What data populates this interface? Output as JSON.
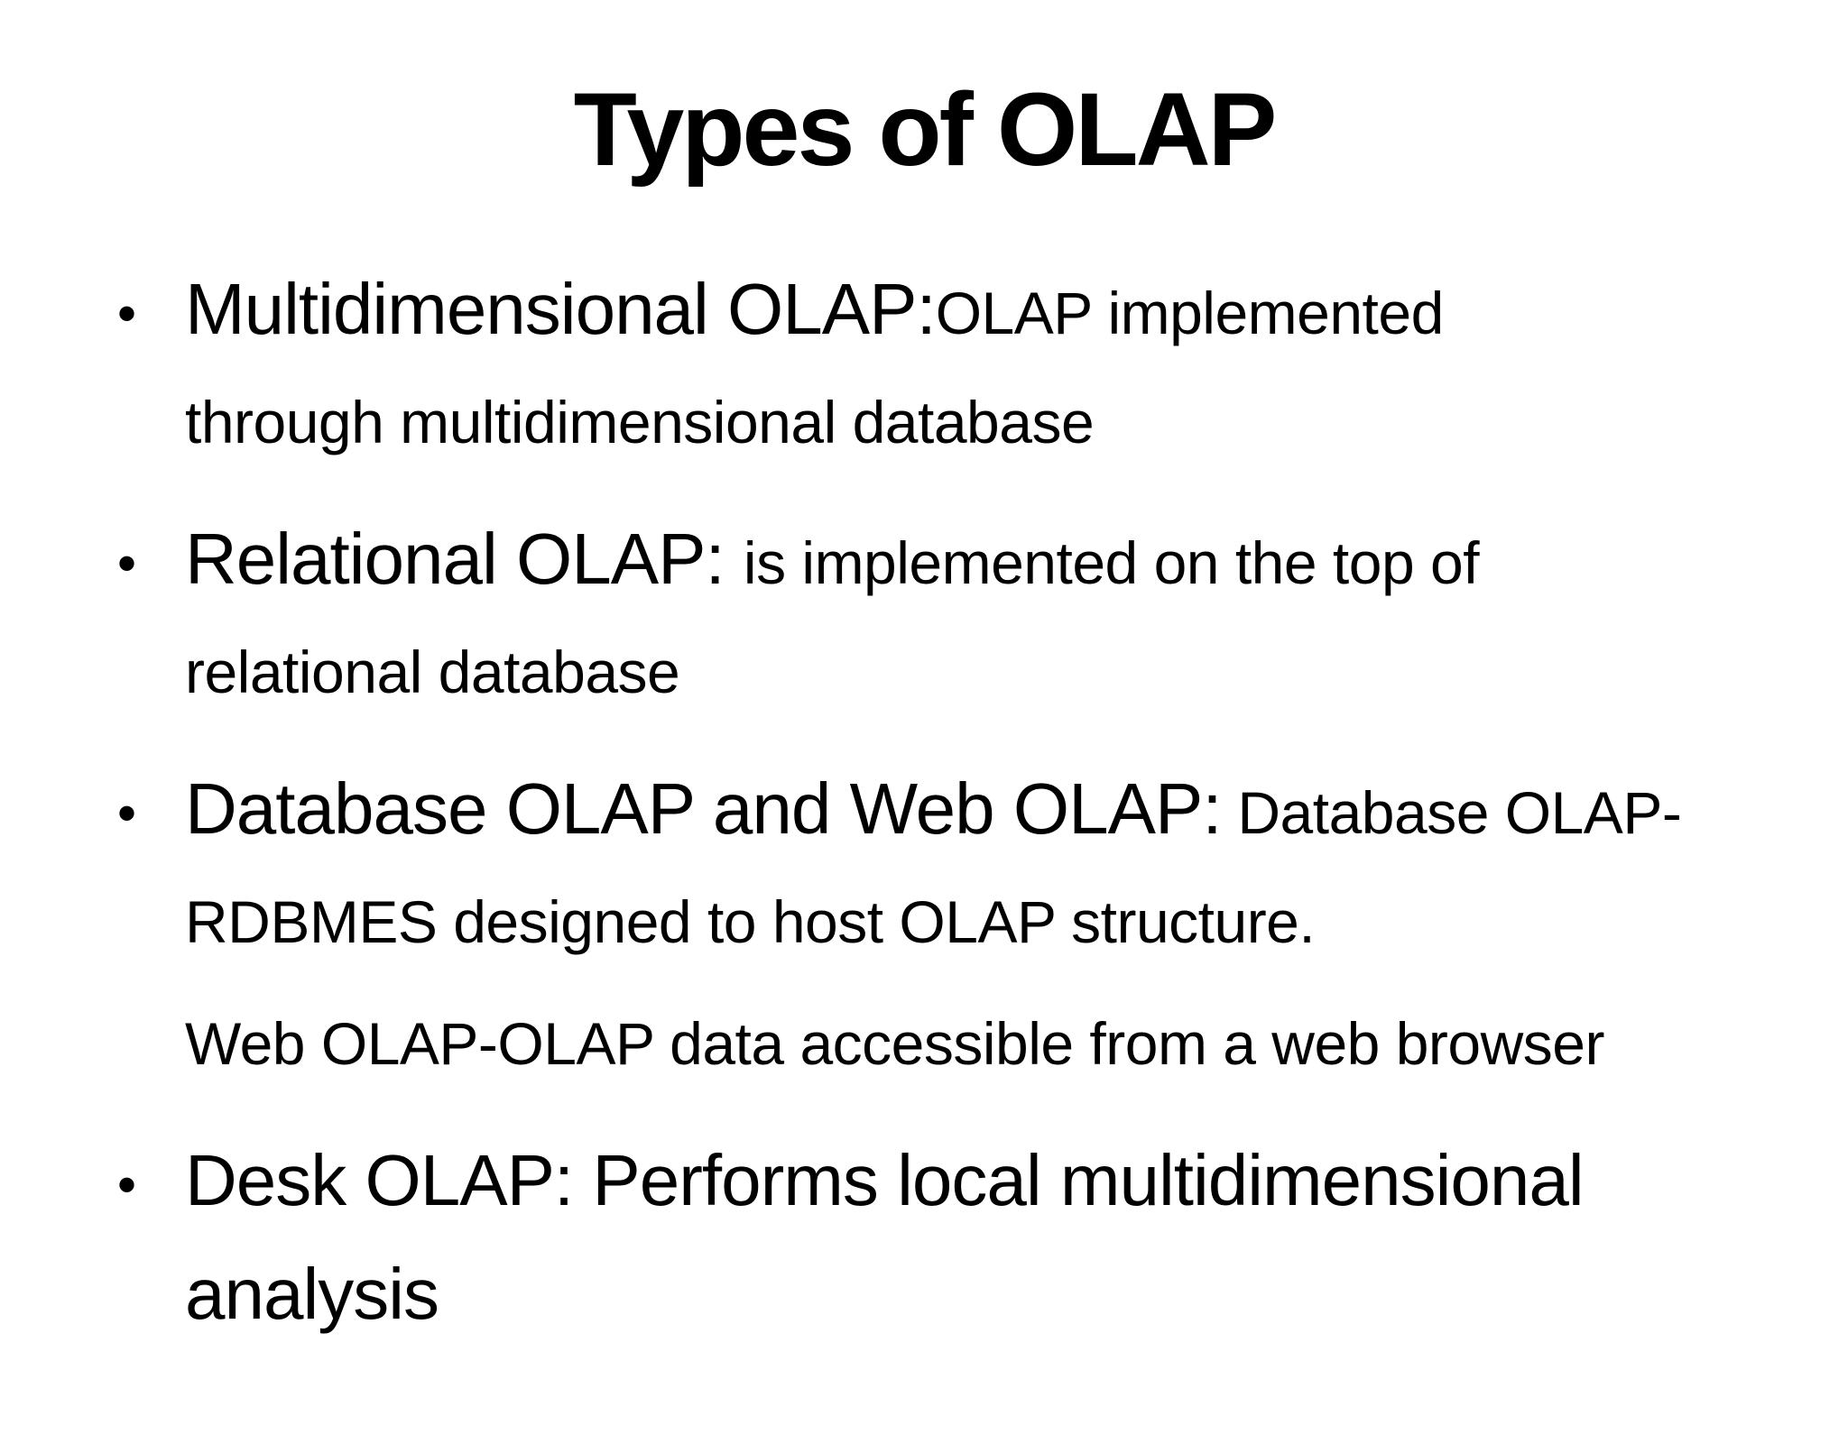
{
  "slide": {
    "title": "Types of OLAP",
    "bullet_glyph": "•",
    "colors": {
      "background": "#ffffff",
      "text": "#000000"
    },
    "bullets": [
      {
        "lines": [
          {
            "segments": [
              {
                "text": "Multidimensional OLAP:",
                "size": "lg"
              },
              {
                "text": "OLAP implemented",
                "size": "sm"
              }
            ]
          },
          {
            "segments": [
              {
                "text": "through multidimensional database",
                "size": "sm"
              }
            ]
          }
        ]
      },
      {
        "lines": [
          {
            "segments": [
              {
                "text": "Relational OLAP: ",
                "size": "lg"
              },
              {
                "text": "is implemented on the top of",
                "size": "sm"
              }
            ]
          },
          {
            "segments": [
              {
                "text": "relational database",
                "size": "sm"
              }
            ]
          }
        ]
      },
      {
        "lines": [
          {
            "segments": [
              {
                "text": "Database OLAP and Web OLAP:",
                "size": "lg"
              },
              {
                "text": " Database OLAP-",
                "size": "sm"
              }
            ]
          },
          {
            "segments": [
              {
                "text": "RDBMES designed to host OLAP structure.",
                "size": "sm"
              }
            ]
          },
          {
            "para_break": true,
            "segments": [
              {
                "text": "Web OLAP-OLAP data accessible from a web browser",
                "size": "sm"
              }
            ]
          }
        ]
      },
      {
        "lines": [
          {
            "segments": [
              {
                "text": "Desk OLAP: Performs local multidimensional",
                "size": "lg"
              }
            ]
          },
          {
            "segments": [
              {
                "text": "analysis",
                "size": "lg"
              }
            ]
          }
        ]
      }
    ]
  }
}
